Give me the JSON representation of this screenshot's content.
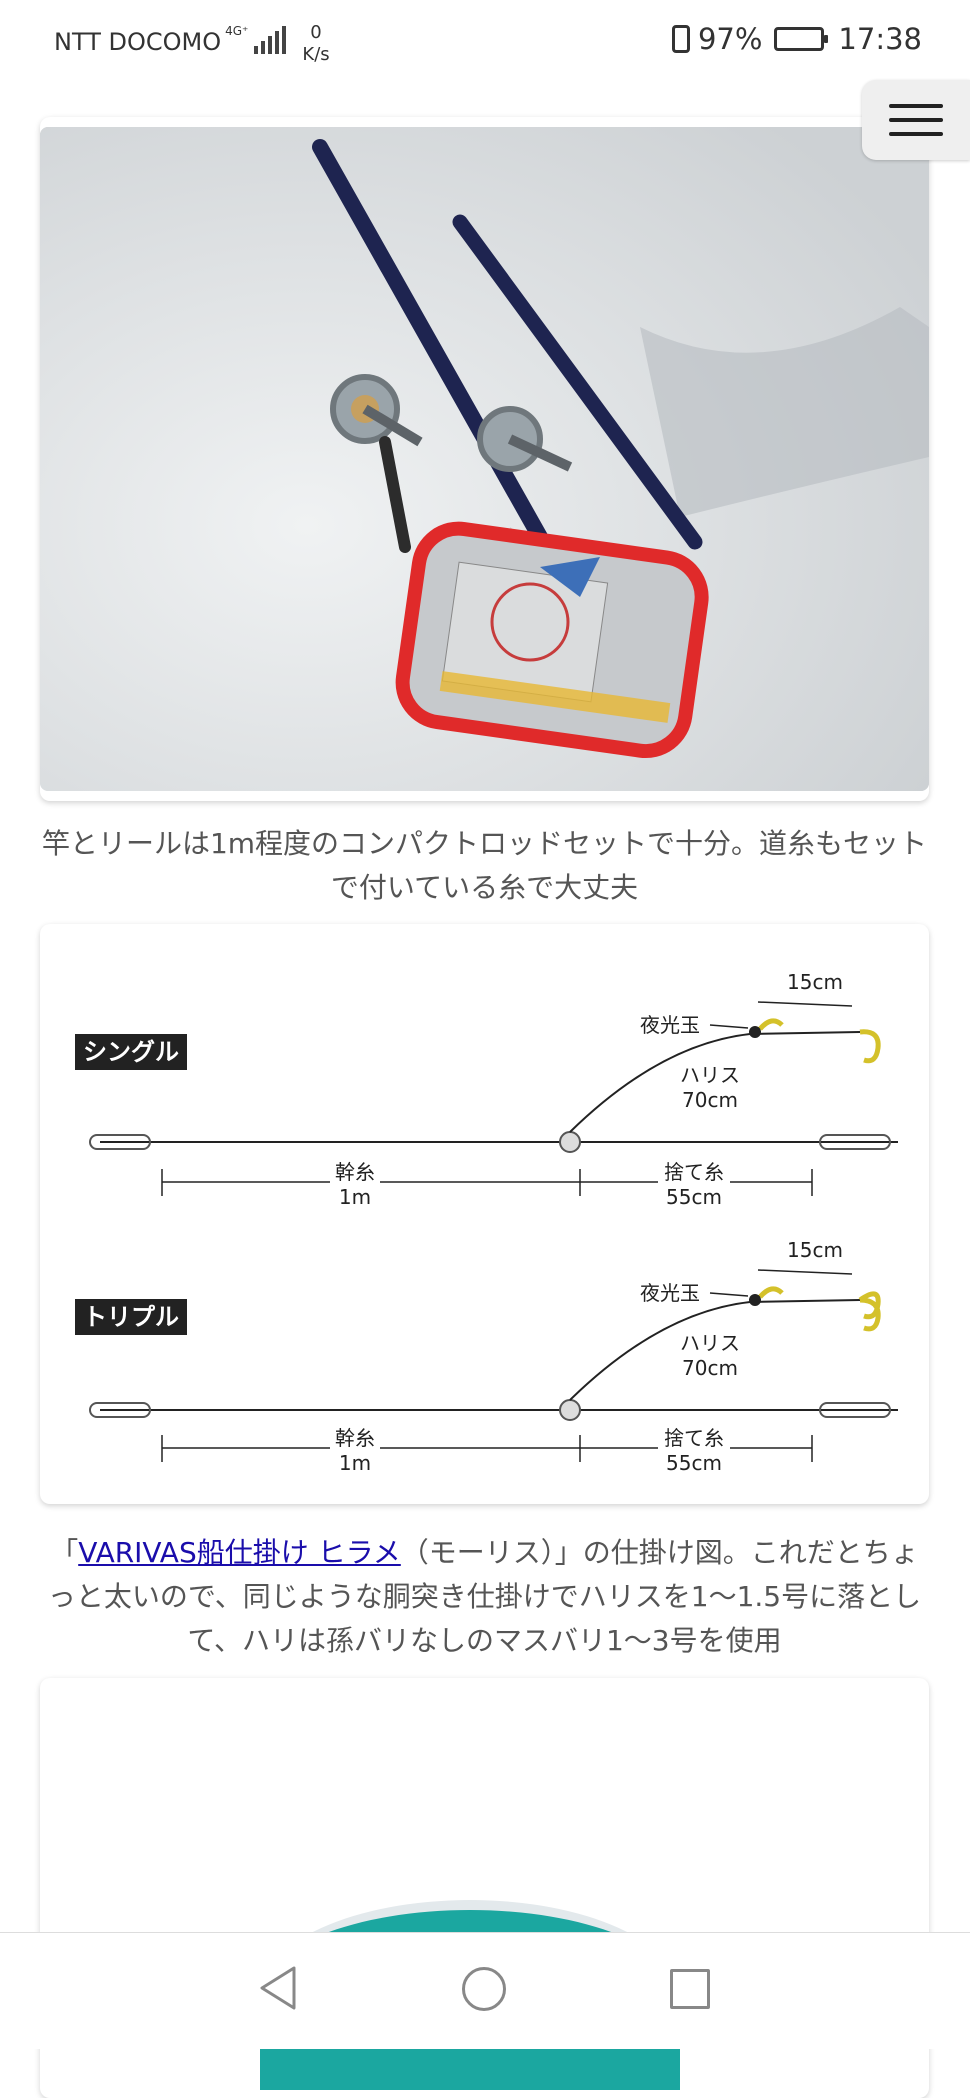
{
  "status": {
    "carrier": "NTT DOCOMO",
    "network": "4G⁺",
    "speed_value": "0",
    "speed_unit": "K/s",
    "battery": "97%",
    "time": "17:38"
  },
  "article": {
    "photo_caption": "竿とリールは1m程度のコンパクトロッドセットで十分。道糸もセットで付いている糸で大丈夫",
    "diagram": {
      "single": {
        "label": "シングル",
        "glow_ball": "夜光玉",
        "dropper_distance": "15cm",
        "harisu_label": "ハリス",
        "harisu_length": "70cm",
        "mikiito_label": "幹糸",
        "mikiito_length": "1m",
        "suteito_label": "捨て糸",
        "suteito_length": "55cm"
      },
      "triple": {
        "label": "トリプル",
        "glow_ball": "夜光玉",
        "dropper_distance": "15cm",
        "harisu_label": "ハリス",
        "harisu_length": "70cm",
        "mikiito_label": "幹糸",
        "mikiito_length": "1m",
        "suteito_label": "捨て糸",
        "suteito_length": "55cm"
      }
    },
    "diagram_caption": {
      "prefix": "「",
      "link_text": "VARIVAS船仕掛け ヒラメ",
      "suffix": "（モーリス）」の仕掛け図。これだとちょっと太いので、同じような胴突き仕掛けでハリスを1〜1.5号に落として、ハリは孫バリなしのマスバリ1〜3号を使用"
    }
  }
}
